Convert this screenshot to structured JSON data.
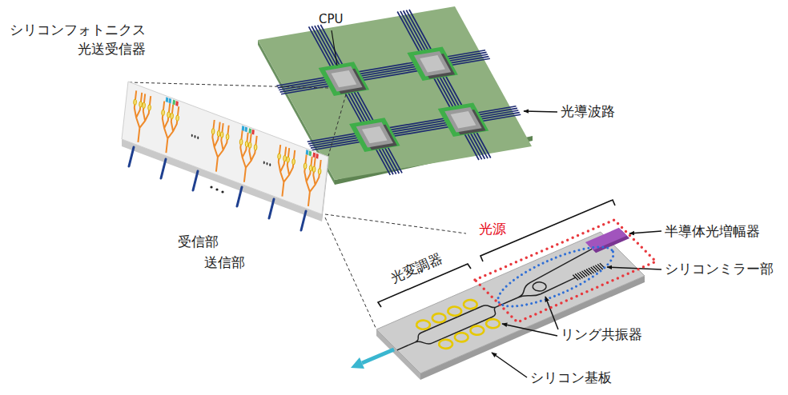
{
  "diagram": {
    "nodes": [
      {
        "text": [
          "光源"
        ]
      }
    ],
    "labels": [
      "CPU",
      "光導波路",
      "シリコンフォトニクス 光送受信器",
      "受信部",
      "送信部",
      "光変調器",
      "半導体光増幅器",
      "シリコンミラー部",
      "リング共振器",
      "シリコン基板"
    ]
  }
}
